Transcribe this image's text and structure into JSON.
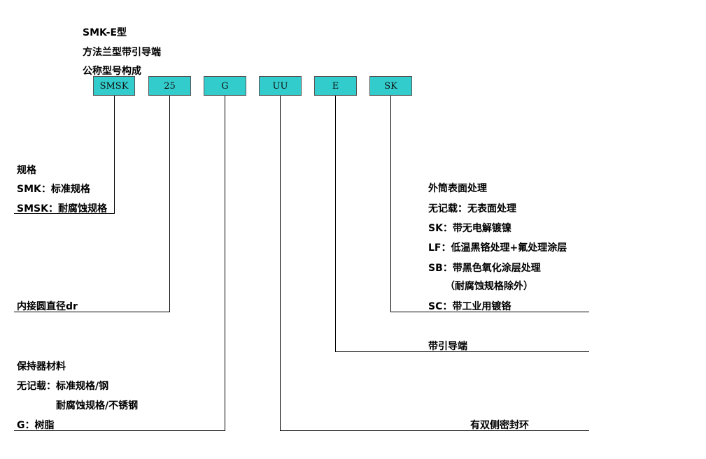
{
  "title": {
    "line1": "SMK-E型",
    "line2": "方法兰型带引导端",
    "line3": "公称型号构成"
  },
  "code_boxes": [
    "SMSK",
    "25",
    "G",
    "UU",
    "E",
    "SK"
  ],
  "spec": {
    "heading": "规格",
    "items": [
      "SMK：标准规格",
      "SMSK：耐腐蚀规格"
    ]
  },
  "inner_diameter": {
    "label": "内接圆直径dr"
  },
  "retainer": {
    "heading": "保持器材料",
    "items": [
      "无记载：标准规格/钢",
      "耐腐蚀规格/不锈钢",
      "G：树脂"
    ]
  },
  "seal": {
    "label": "有双侧密封环"
  },
  "guide_end": {
    "label": "带引导端"
  },
  "surface": {
    "heading": "外筒表面处理",
    "items": [
      "无记载：无表面处理",
      "SK：带无电解镀镍",
      "LF：低温黑铬处理+氟处理涂层",
      "SB：带黑色氧化涂层处理",
      "（耐腐蚀规格除外）",
      "SC：带工业用镀铬"
    ]
  }
}
